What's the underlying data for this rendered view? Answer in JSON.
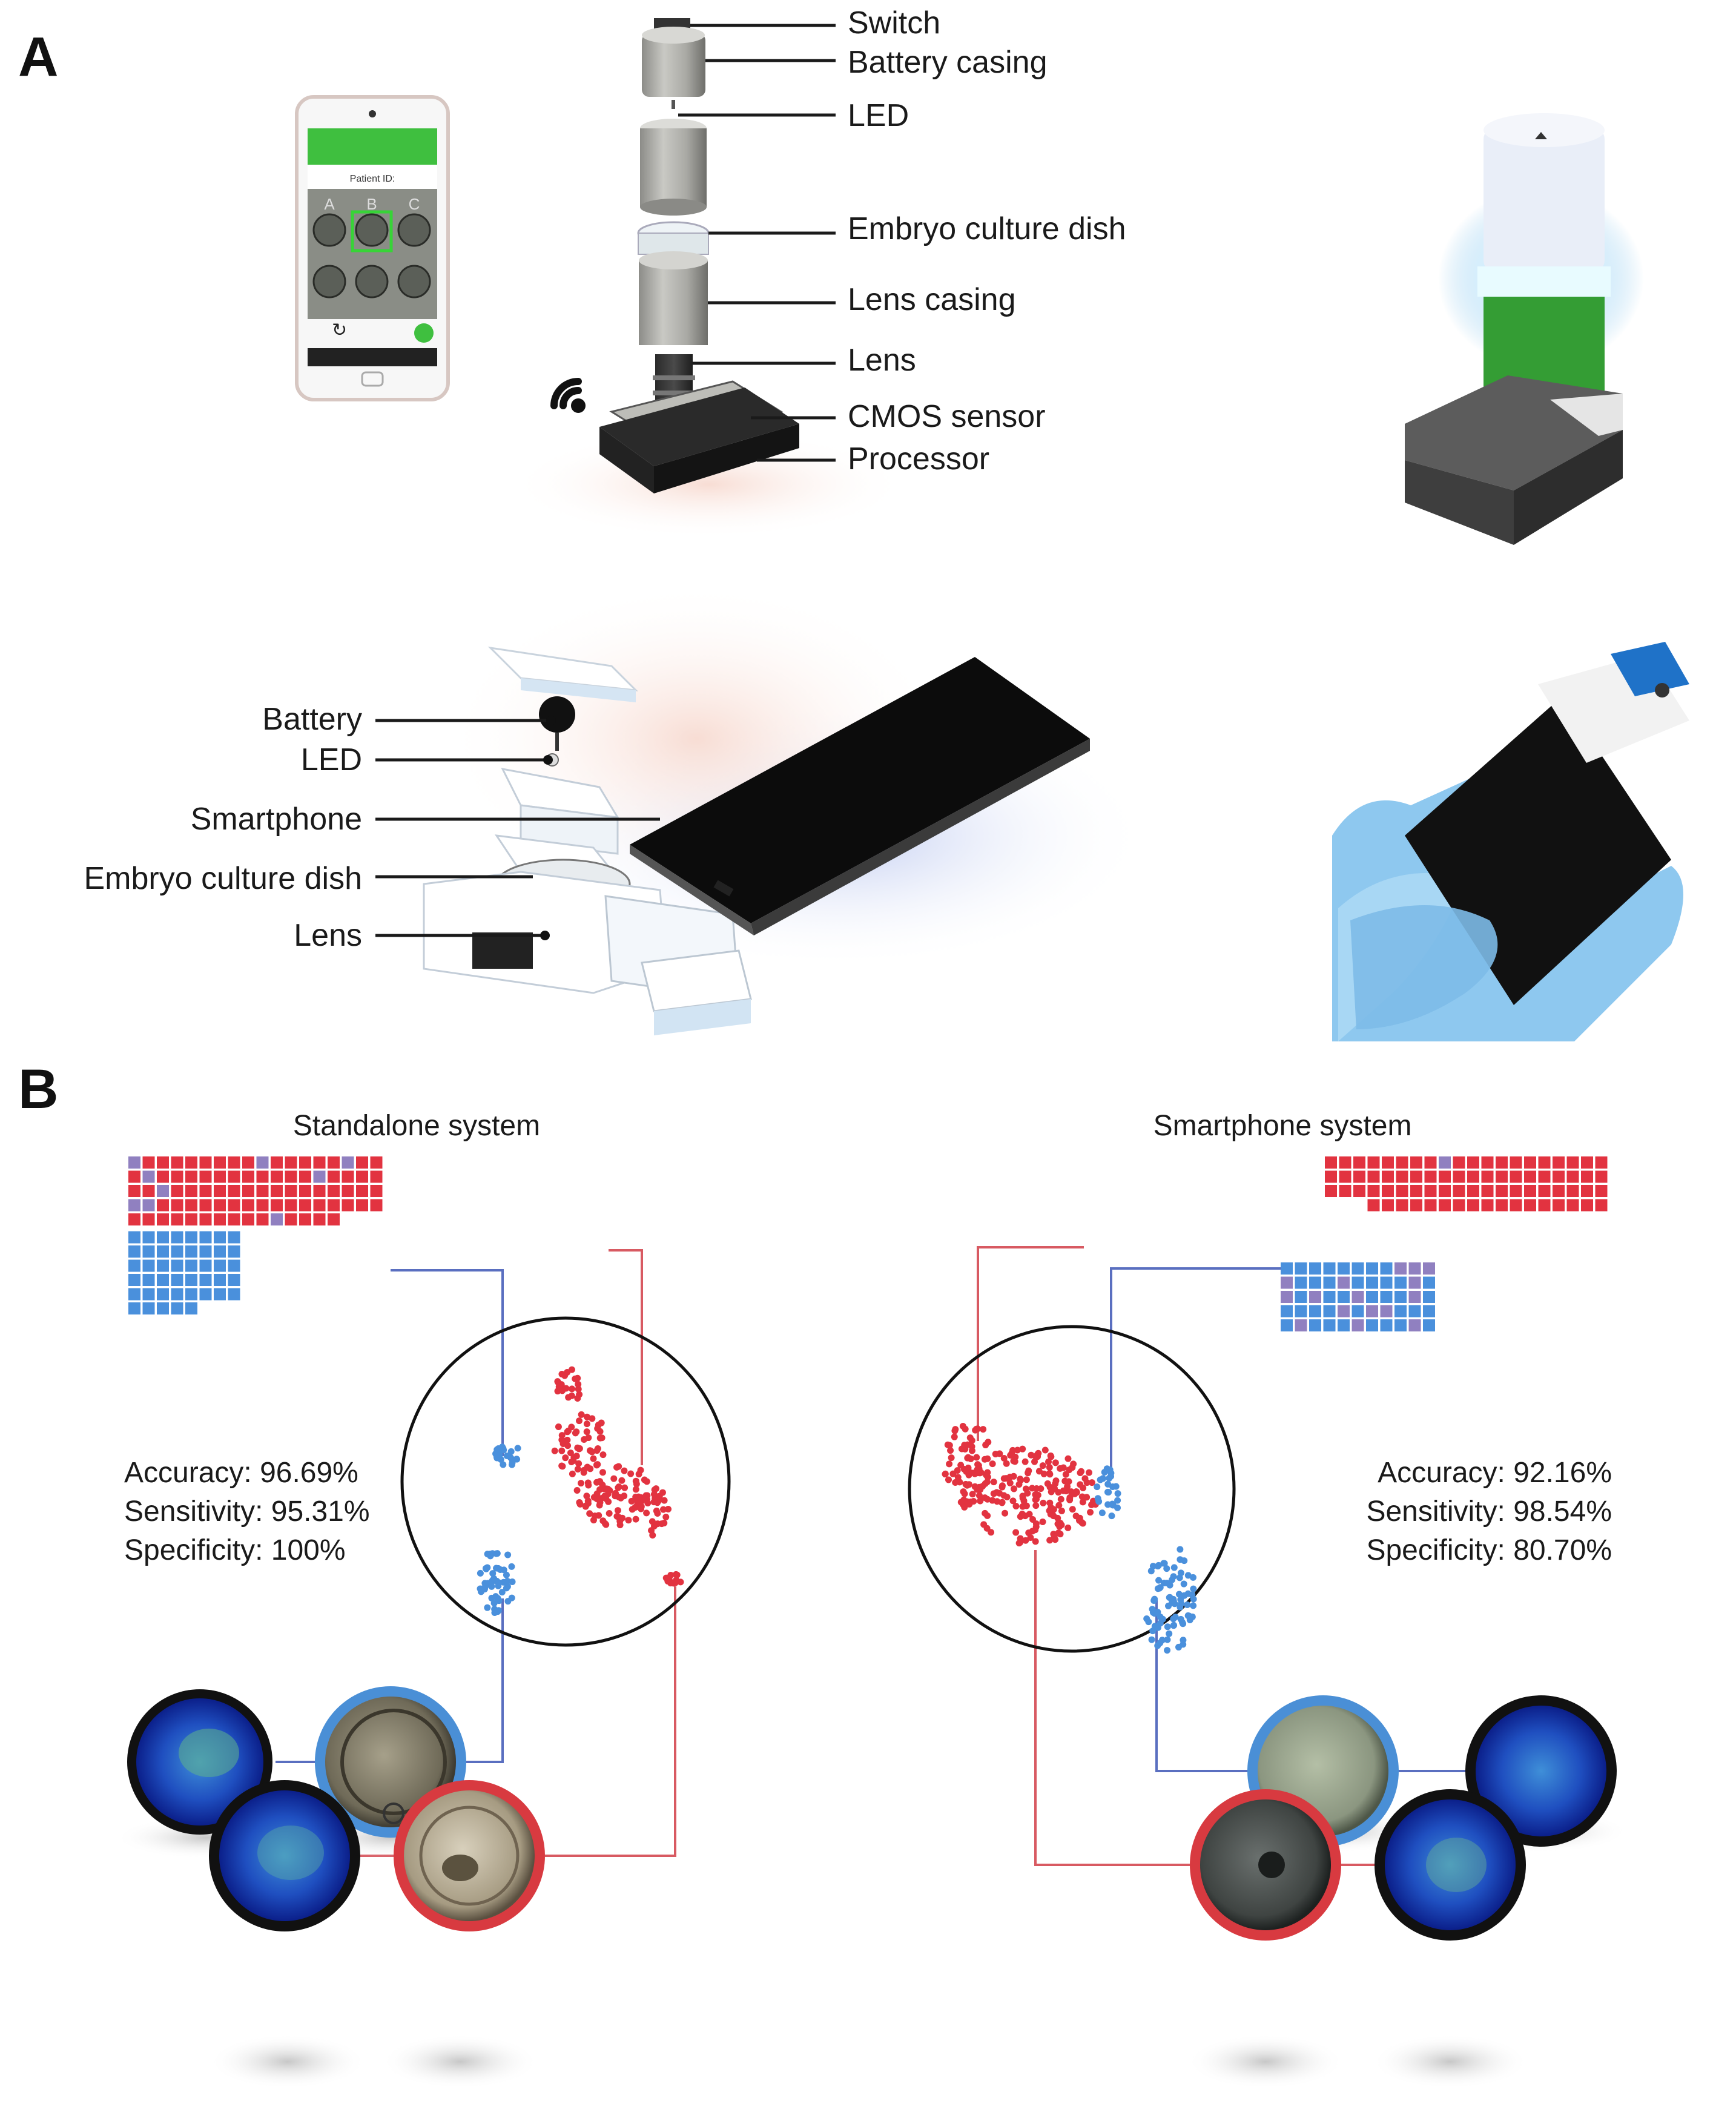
{
  "panel_a": {
    "label": "A",
    "standalone_callouts": [
      "Switch",
      "Battery casing",
      "LED",
      "Embryo culture dish",
      "Lens casing",
      "Lens",
      "CMOS sensor",
      "Processor"
    ],
    "smartphone_callouts": [
      "Battery",
      "LED",
      "Smartphone",
      "Embryo culture dish",
      "Lens"
    ],
    "phone_app": {
      "header": "Patient ID:",
      "wells": [
        "A",
        "B",
        "C"
      ]
    }
  },
  "panel_b": {
    "label": "B",
    "standalone": {
      "title": "Standalone system",
      "accuracy": "Accuracy: 96.69%",
      "sensitivity": "Sensitivity: 95.31%",
      "specificity": "Specificity: 100%",
      "waffle": {
        "red_rows": [
          18,
          18,
          18,
          18,
          15
        ],
        "blue_rows": [
          8,
          8,
          8,
          8,
          8,
          5
        ],
        "red_marked": [
          [
            0,
            0
          ],
          [
            1,
            1
          ],
          [
            2,
            2
          ],
          [
            0,
            9
          ],
          [
            1,
            13
          ],
          [
            3,
            1
          ],
          [
            4,
            10
          ],
          [
            3,
            0
          ],
          [
            0,
            15
          ]
        ],
        "blue_marked": []
      }
    },
    "smartphone": {
      "title": "Smartphone system",
      "accuracy": "Accuracy: 92.16%",
      "sensitivity": "Sensitivity: 98.54%",
      "specificity": "Specificity: 80.70%",
      "waffle": {
        "red_rows": [
          20,
          20,
          20,
          17
        ],
        "blue_rows": [
          11,
          11,
          11,
          11,
          11
        ],
        "red_marked": [
          [
            0,
            8
          ]
        ],
        "blue_marked": [
          [
            0,
            8
          ],
          [
            0,
            9
          ],
          [
            0,
            10
          ],
          [
            1,
            0
          ],
          [
            1,
            4
          ],
          [
            1,
            9
          ],
          [
            2,
            0
          ],
          [
            2,
            2
          ],
          [
            2,
            5
          ],
          [
            2,
            9
          ],
          [
            3,
            4
          ],
          [
            3,
            6
          ],
          [
            3,
            7
          ],
          [
            4,
            1
          ],
          [
            4,
            5
          ],
          [
            4,
            9
          ]
        ]
      }
    },
    "colors": {
      "red": "#e23340",
      "blue": "#4a90dc",
      "marked": "#9080c0"
    }
  }
}
